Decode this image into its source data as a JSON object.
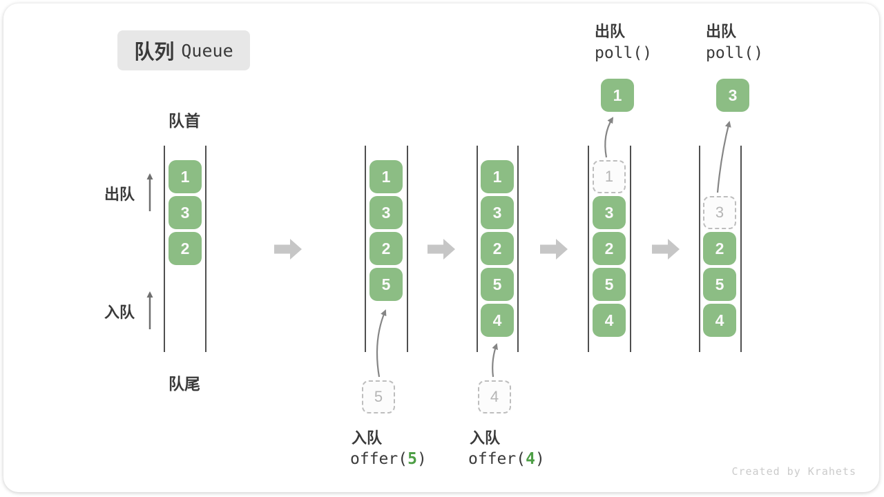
{
  "title": {
    "zh": "队列",
    "en": "Queue"
  },
  "side_labels": {
    "front": "队首",
    "rear": "队尾",
    "dequeue": "出队",
    "enqueue": "入队"
  },
  "queues": [
    {
      "slots": [
        {
          "value": "1",
          "kind": "filled"
        },
        {
          "value": "3",
          "kind": "filled"
        },
        {
          "value": "2",
          "kind": "filled"
        }
      ]
    },
    {
      "slots": [
        {
          "value": "1",
          "kind": "filled"
        },
        {
          "value": "3",
          "kind": "filled"
        },
        {
          "value": "2",
          "kind": "filled"
        },
        {
          "value": "5",
          "kind": "filled"
        }
      ]
    },
    {
      "slots": [
        {
          "value": "1",
          "kind": "filled"
        },
        {
          "value": "3",
          "kind": "filled"
        },
        {
          "value": "2",
          "kind": "filled"
        },
        {
          "value": "5",
          "kind": "filled"
        },
        {
          "value": "4",
          "kind": "filled"
        }
      ]
    },
    {
      "slots": [
        {
          "value": "1",
          "kind": "removed"
        },
        {
          "value": "3",
          "kind": "filled"
        },
        {
          "value": "2",
          "kind": "filled"
        },
        {
          "value": "5",
          "kind": "filled"
        },
        {
          "value": "4",
          "kind": "filled"
        }
      ]
    },
    {
      "slots": [
        {
          "value": "",
          "kind": "empty"
        },
        {
          "value": "3",
          "kind": "removed"
        },
        {
          "value": "2",
          "kind": "filled"
        },
        {
          "value": "5",
          "kind": "filled"
        },
        {
          "value": "4",
          "kind": "filled"
        }
      ]
    }
  ],
  "operations": {
    "enqueue_5": {
      "label": "入队",
      "code_fn": "offer(",
      "code_arg": "5",
      "code_end": ")",
      "item": "5"
    },
    "enqueue_4": {
      "label": "入队",
      "code_fn": "offer(",
      "code_arg": "4",
      "code_end": ")",
      "item": "4"
    },
    "dequeue_1": {
      "label": "出队",
      "code": "poll()",
      "item": "1"
    },
    "dequeue_3": {
      "label": "出队",
      "code": "poll()",
      "item": "3"
    }
  },
  "watermark": "Created by Krahets",
  "colors": {
    "item_green": "#8cbd84",
    "code_arg_green": "#4d9e45",
    "flow_arrow_gray": "#c6c6c6",
    "wall_gray": "#4f4f4f",
    "dashed_gray": "#bdbdbd",
    "text_dark": "#3a3a3a"
  }
}
